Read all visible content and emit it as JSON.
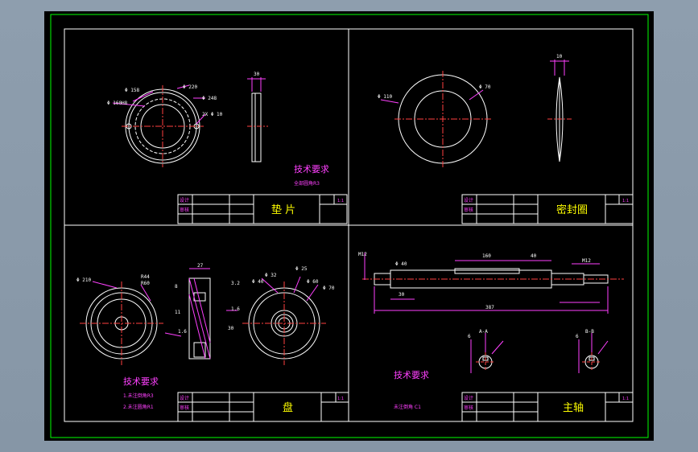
{
  "colors": {
    "background": "#8a9aa9",
    "canvas": "#000000",
    "outer_frame": "#00ff00",
    "frame": "#ffffff",
    "dimension": "#ff40ff",
    "centerline": "#ff4040",
    "title_text": "#ffff00",
    "geometry": "#ffffff"
  },
  "sheets": {
    "top_left": {
      "title": "垫 片",
      "dims": [
        "Φ 158",
        "Φ 160H8",
        "Φ 220",
        "Φ 248",
        "2X Φ 10",
        "30"
      ],
      "notes_title": "技术要求",
      "notes": [
        "全部圆角R3"
      ],
      "tb_labels": [
        "设计",
        "审核"
      ],
      "scale": "1:1"
    },
    "top_right": {
      "title": "密封圈",
      "dims": [
        "Φ 110",
        "Φ 70",
        "10"
      ],
      "tb_labels": [
        "设计",
        "审核"
      ],
      "scale": "1:1"
    },
    "bottom_left": {
      "title": "盘",
      "dims": [
        "Φ 210",
        "R44",
        "R60",
        "27",
        "8",
        "11",
        "30",
        "Φ 40",
        "Φ 32",
        "Φ 25",
        "Φ 60",
        "Φ 70"
      ],
      "roughness": [
        "1.6",
        "3.2",
        "1.6"
      ],
      "notes_title": "技术要求",
      "notes": [
        "1.未注倒角R3",
        "2.未注圆角R1"
      ],
      "tb_labels": [
        "设计",
        "审核"
      ],
      "scale": "1:1"
    },
    "bottom_right": {
      "title": "主轴",
      "dims": [
        "M12",
        "Φ 40",
        "160",
        "40",
        "M12",
        "30",
        "387",
        "A-A",
        "B-B",
        "6",
        "6"
      ],
      "notes_title": "技术要求",
      "notes": [
        "未注倒角 C1"
      ],
      "tb_labels": [
        "设计",
        "审核"
      ],
      "scale": "1:1"
    }
  }
}
